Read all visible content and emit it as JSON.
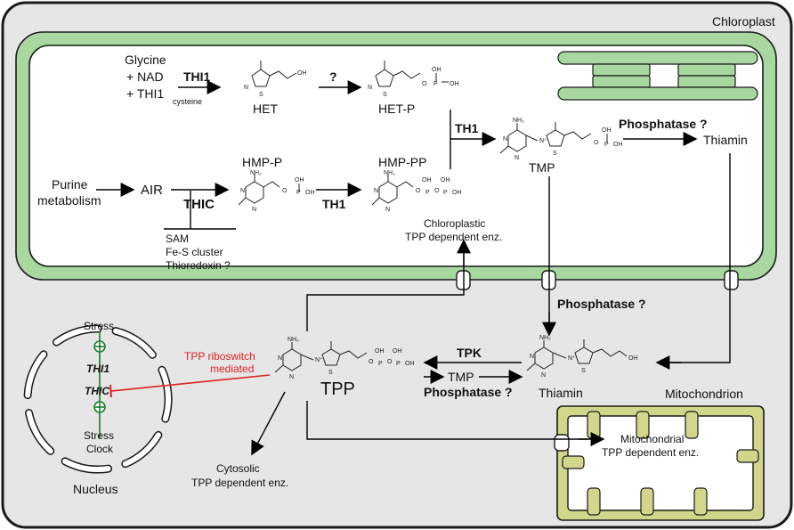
{
  "compartments": {
    "chloroplast": "Chloroplast",
    "mitochondrion": "Mitochondrion",
    "nucleus": "Nucleus"
  },
  "colors": {
    "membrane_green": "#a8d8a0",
    "membrane_stroke": "#1a1a1a",
    "mito_fill": "#f0f2c8",
    "mito_membrane": "#d2d68a",
    "nucleus_green": "#1a7a2a",
    "riboswitch_red": "#e02020",
    "cell_fill": "#e8e8e8"
  },
  "chloroplast_pathway": {
    "glycine_line1": "Glycine",
    "glycine_line2": "+ NAD",
    "glycine_line3": "+ THI1",
    "glycine_sub": "cysteine",
    "thi1_label_1": "THI1",
    "question_mark": "?",
    "het": "HET",
    "het_p": "HET-P",
    "purine_line1": "Purine",
    "purine_line2": "metabolism",
    "air": "AIR",
    "thic": "THIC",
    "hmp_p": "HMP-P",
    "th1_label_1": "TH1",
    "hmp_pp": "HMP-PP",
    "th1_label_2": "TH1",
    "tmp": "TMP",
    "phosphatase_top": "Phosphatase ?",
    "thiamin_top": "Thiamin",
    "cofactor_sam": "SAM",
    "cofactor_fes": "Fe-S cluster",
    "cofactor_thioredoxin": "Thioredoxin ?",
    "chloro_enz_line1": "Chloroplastic",
    "chloro_enz_line2": "TPP dependent enz."
  },
  "cytosol_pathway": {
    "phosphatase_mid": "Phosphatase ?",
    "tpk": "TPK",
    "tmp_mid": "TMP",
    "phosphatase_low": "Phosphatase ?",
    "tpp": "TPP",
    "thiamin_mid": "Thiamin",
    "cyto_enz_line1": "Cytosolic",
    "cyto_enz_line2": "TPP dependent enz.",
    "mito_enz_line1": "Mitochondrial",
    "mito_enz_line2": "TPP dependent enz.",
    "riboswitch_line1": "TPP riboswitch",
    "riboswitch_line2": "mediated"
  },
  "nucleus_genes": {
    "stress_top": "Stress",
    "gene_thi1": "THI1",
    "gene_thic": "THIC",
    "stress_bottom": "Stress",
    "clock": "Clock"
  },
  "atoms": {
    "n": "N",
    "s": "S",
    "oh": "OH",
    "o": "O",
    "p": "P",
    "nh2": "NH₂",
    "n_plus": "N⁺"
  }
}
